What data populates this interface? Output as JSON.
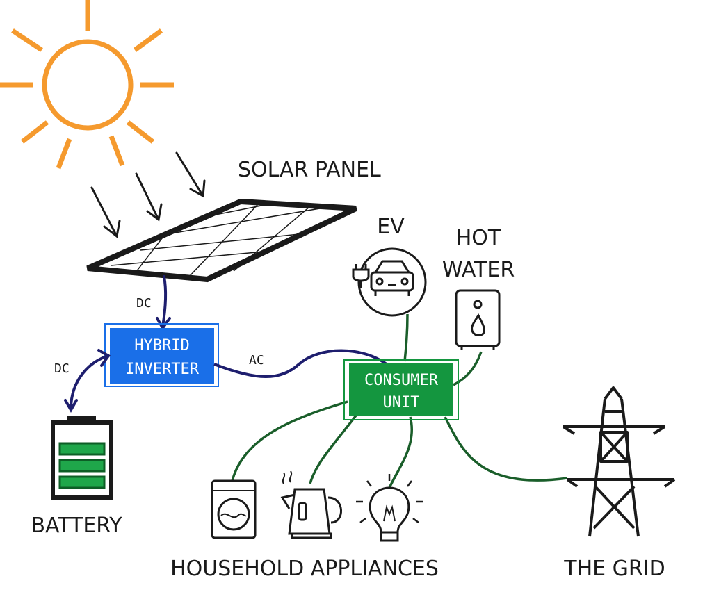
{
  "labels": {
    "solar_panel": "SOLAR PANEL",
    "ev": "EV",
    "hot_water_line1": "HOT",
    "hot_water_line2": "WATER",
    "battery": "BATTERY",
    "household_appliances": "HOUSEHOLD APPLIANCES",
    "the_grid": "THE GRID",
    "dc_panel": "DC",
    "dc_battery": "DC",
    "ac": "AC"
  },
  "boxes": {
    "inverter_line1": "HYBRID",
    "inverter_line2": "INVERTER",
    "consumer_line1": "CONSUMER",
    "consumer_line2": "UNIT"
  },
  "colors": {
    "sun": "#f59a2e",
    "inverter": "#1a6fe8",
    "consumer_unit": "#14963f",
    "dc_ac_wire": "#1e1e6e",
    "consumer_wire": "#1a5e2a",
    "battery_cell": "#1fa64a"
  },
  "icons": {
    "sun": "sun-icon",
    "panel": "solar-panel-icon",
    "ev": "electric-car-icon",
    "water": "water-heater-icon",
    "battery": "battery-icon",
    "washer": "washing-machine-icon",
    "kettle": "kettle-icon",
    "bulb": "light-bulb-icon",
    "pylon": "power-pylon-icon"
  }
}
